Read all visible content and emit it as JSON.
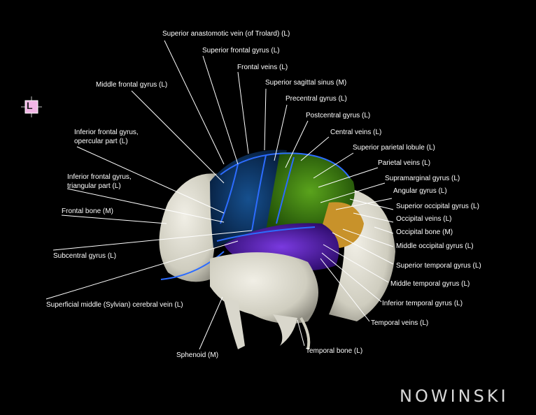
{
  "orientation_marker": "L",
  "logo": "NOWINSKI",
  "colors": {
    "background": "#000000",
    "bone": "#dedcd0",
    "frontal_lobe": "#0d3a6e",
    "parietal_lobe": "#3e8a10",
    "temporal_lobe": "#5a1fb4",
    "occipital_lobe": "#c8922a",
    "veins": "#2c6cff"
  },
  "labels": [
    "Superior anastomotic vein (of Trolard) (L)",
    "Superior frontal gyrus (L)",
    "Frontal veins (L)",
    "Superior sagittal sinus (M)",
    "Middle frontal gyrus (L)",
    "Precentral gyrus (L)",
    "Postcentral gyrus (L)",
    "Inferior frontal gyrus,",
    "opercular part (L)",
    "Central veins (L)",
    "Superior parietal lobule (L)",
    "Parietal veins (L)",
    "Inferior frontal gyrus,",
    "triangular part (L)",
    "Supramarginal gyrus (L)",
    "Angular gyrus (L)",
    "Frontal bone (M)",
    "Superior occipital gyrus (L)",
    "Occipital veins (L)",
    "Occipital bone (M)",
    "Subcentral gyrus (L)",
    "Middle occipital gyrus (L)",
    "Superior temporal gyrus (L)",
    "Middle temporal gyrus (L)",
    "Superficial middle (Sylvian) cerebral vein (L)",
    "Inferior temporal gyrus (L)",
    "Temporal veins (L)",
    "Sphenoid (M)",
    "Temporal bone (L)"
  ]
}
